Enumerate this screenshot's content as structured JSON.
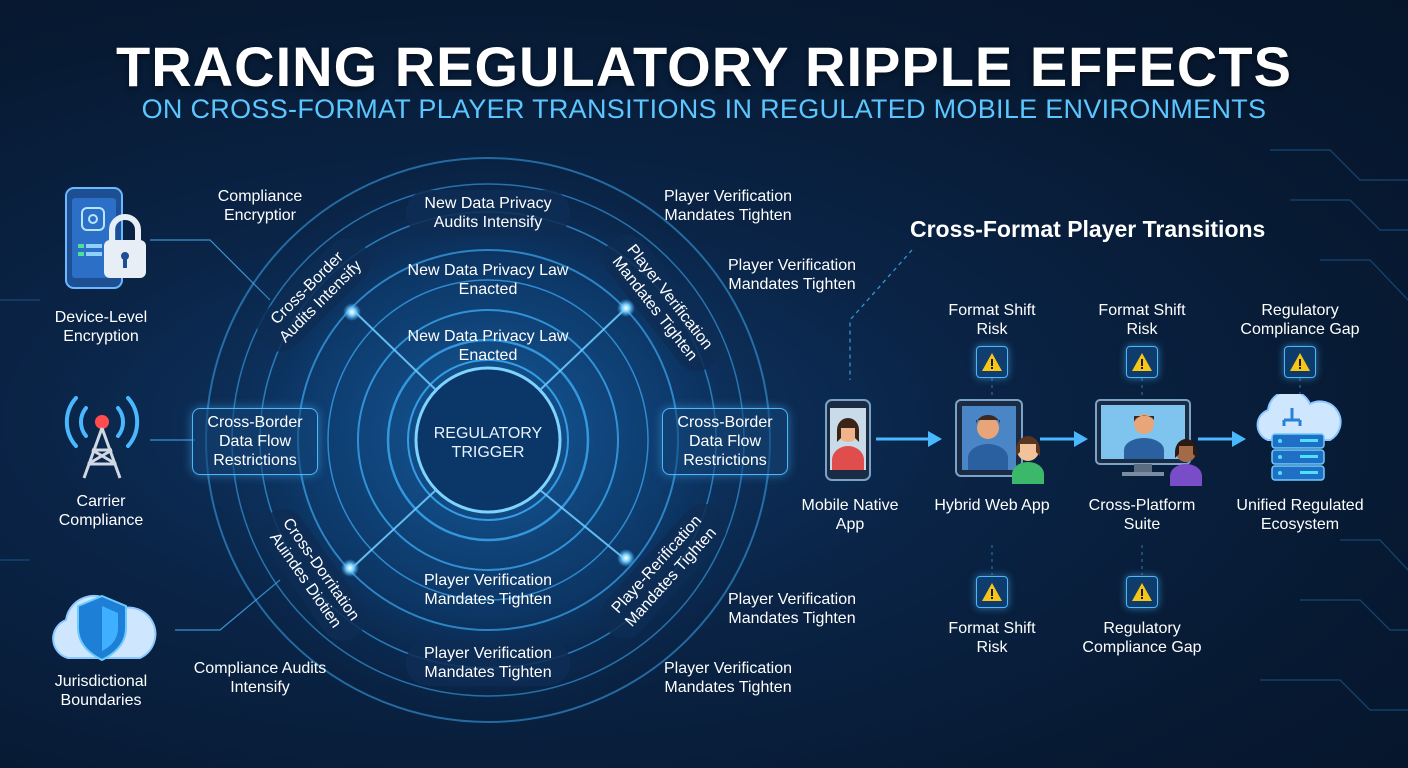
{
  "title": "TRACING REGULATORY RIPPLE EFFECTS",
  "subtitle": "ON CROSS-FORMAT PLAYER TRANSITIONS IN REGULATED MOBILE ENVIRONMENTS",
  "left_factors": [
    {
      "label": "Device-Level Encryption",
      "icon": "phone-lock-icon"
    },
    {
      "label": "Carrier Compliance",
      "icon": "cell-tower-icon"
    },
    {
      "label": "Jurisdictional Boundaries",
      "icon": "cloud-shield-icon"
    }
  ],
  "ripple": {
    "center": "REGULATORY TRIGGER",
    "outer_top_left": "Compliance Encryptior",
    "outer_bottom_left": "Compliance Audits Intensify",
    "outer_top_right_1": "Player Verification Mandates Tighten",
    "outer_top_right_2": "Player Verification Mandates Tighten",
    "outer_bottom_right_1": "Player Verification Mandates Tighten",
    "outer_bottom_right_2": "Player Verification Mandates Tighten",
    "top_ring_1": "New Data Privacy Audits Intensify",
    "top_ring_2": "New Data Privacy Law Enacted",
    "top_ring_3": "New Data Privacy Law Enacted",
    "bottom_ring_1": "Player Verification Mandates Tighten",
    "bottom_ring_2": "Player Verification Mandates Tighten",
    "left_box": "Cross-Border Data Flow Restrictions",
    "right_box": "Cross-Border Data Flow Restrictions",
    "diag_top_left": "Cross-Border Audits Intensify",
    "diag_top_right": "Player Verification Mandates Tighten",
    "diag_bottom_left": "Cross-Dorritation Auindes Diotien",
    "diag_bottom_right": "Playe-Rerification Mandates Tighten"
  },
  "transitions": {
    "heading": "Cross-Format Player Transitions",
    "stages": [
      {
        "label": "Mobile Native App",
        "icon": "mobile-user-icon"
      },
      {
        "label": "Hybrid Web App",
        "icon": "tablet-users-icon"
      },
      {
        "label": "Cross-Platform Suite",
        "icon": "monitor-users-icon"
      },
      {
        "label": "Unified Regulated Ecosystem",
        "icon": "cloud-server-icon"
      }
    ],
    "risks_top": [
      {
        "label": "Format Shift Risk"
      },
      {
        "label": "Format Shift Risk"
      },
      {
        "label": "Regulatory Compliance Gap"
      }
    ],
    "risks_bottom": [
      {
        "label": "Format Shift Risk"
      },
      {
        "label": "Regulatory Compliance Gap"
      }
    ]
  },
  "colors": {
    "accent": "#4ab8ff",
    "subtitle": "#5cc6ff",
    "warning": "#f5c518",
    "background": "#0a2447"
  }
}
